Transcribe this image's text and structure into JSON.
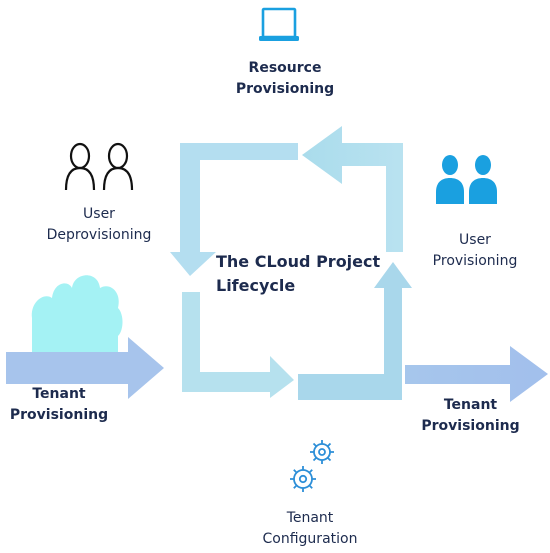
{
  "title": {
    "line1": "The CLoud Project",
    "line2": "Lifecycle"
  },
  "labels": {
    "resource": {
      "line1": "Resource",
      "line2": "Provisioning"
    },
    "user_deprov": {
      "line1": "User",
      "line2": "Deprovisioning"
    },
    "user_prov": {
      "line1": "User",
      "line2": "Provisioning"
    },
    "tenant_left": {
      "line1": "Tenant",
      "line2": "Provisioning"
    },
    "tenant_right": {
      "line1": "Tenant",
      "line2": "Provisioning"
    },
    "tenant_config": {
      "line1": "Tenant",
      "line2": "Configuration"
    }
  },
  "icons": {
    "laptop": "laptop-icon",
    "users_outline": "users-outline-icon",
    "users_filled": "users-filled-icon",
    "cloud": "cloud-icon",
    "gears": "gears-icon"
  },
  "colors": {
    "loop_arrow": "#b6e1ee",
    "loop_arrow_dark": "#a8cfe9",
    "side_arrow": "#a7c4ec",
    "icon_blue": "#1aa0e0",
    "cloud": "#a4f2f4",
    "text": "#1d2b4e"
  }
}
